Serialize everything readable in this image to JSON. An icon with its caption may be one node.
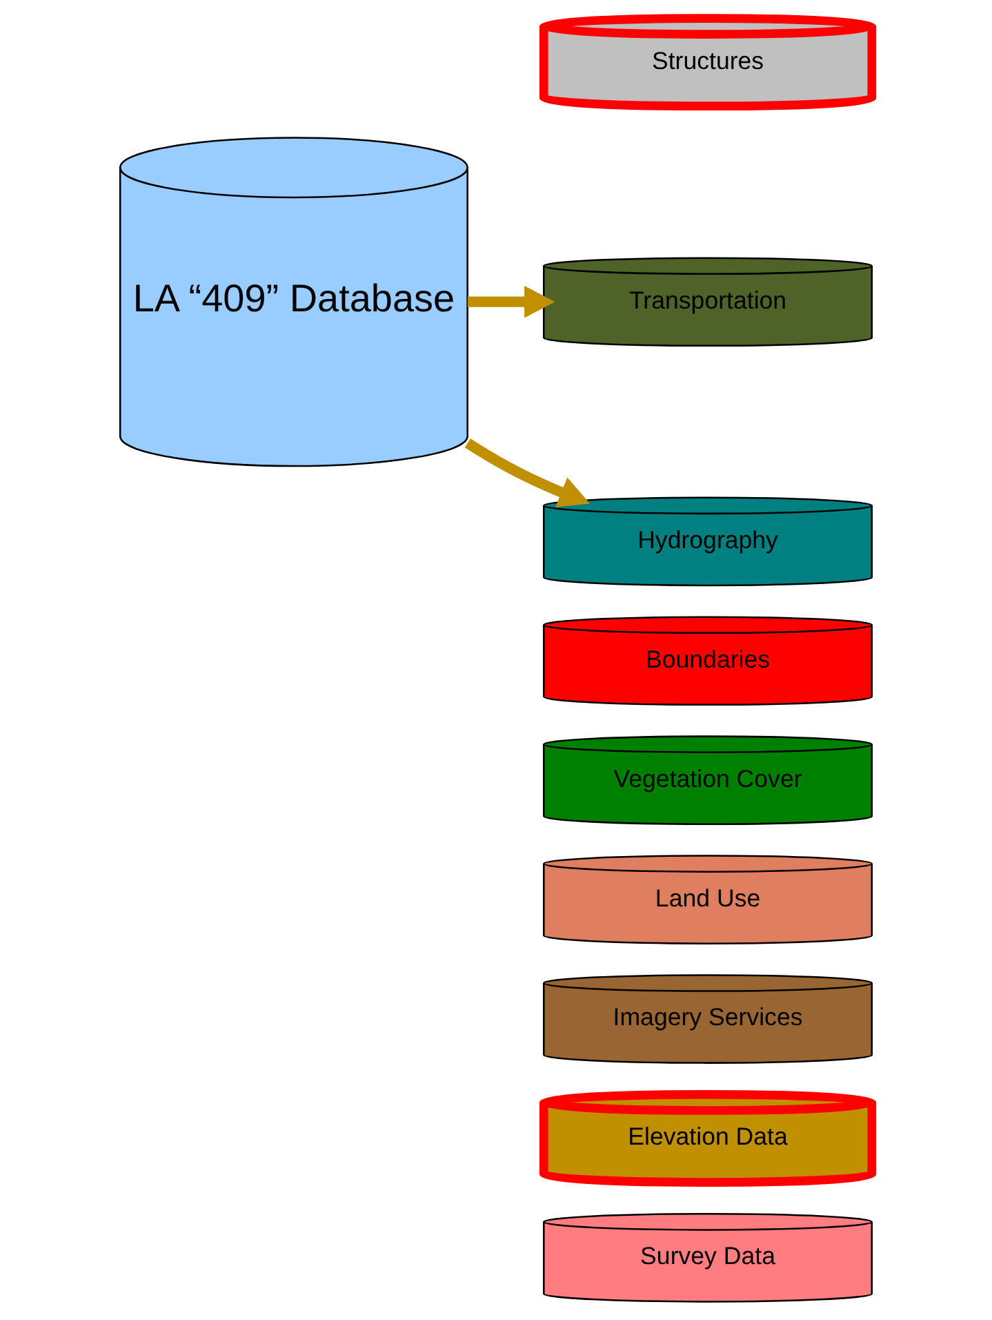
{
  "diagram": {
    "nodes": [
      {
        "text": [
          "Structures"
        ]
      },
      {
        "text": [
          "Transportation"
        ]
      },
      {
        "text": [
          "Hydrography"
        ]
      },
      {
        "text": [
          "Boundaries"
        ]
      },
      {
        "text": [
          "Vegetation Cover"
        ]
      },
      {
        "text": [
          "Land Use"
        ]
      },
      {
        "text": [
          "Imagery Services"
        ]
      },
      {
        "text": [
          "Elevation Data"
        ]
      },
      {
        "text": [
          "Survey Data"
        ]
      },
      {
        "text": [
          "LA “409” Database"
        ]
      }
    ],
    "edges": [
      {
        "from": 9,
        "to": 1,
        "arrow": "to"
      },
      {
        "from": 9,
        "to": 2,
        "arrow": "to"
      }
    ]
  }
}
